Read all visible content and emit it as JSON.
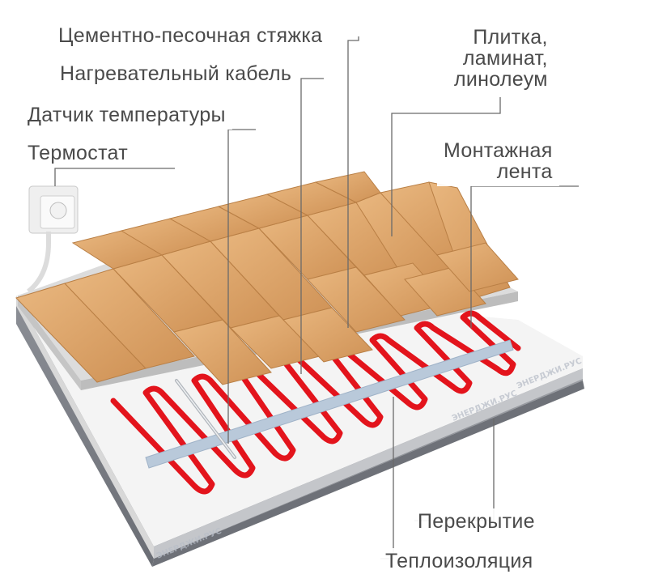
{
  "labels": {
    "screed": "Цементно-песочная стяжка",
    "cable": "Нагревательный кабель",
    "sensor": "Датчик температуры",
    "thermostat": "Термостат",
    "covering": "Плитка,\nламинат,\nлинолеум",
    "tape": "Монтажная\nлента",
    "slab": "Перекрытие",
    "insulation": "Теплоизоляция"
  },
  "watermark": "ЭНЕРДЖИ.РУС",
  "colors": {
    "text": "#4a4a4a",
    "leader": "#6a6a6a",
    "cable": "#e3141c",
    "tape": "#b9c9da",
    "wood": "#d9a064",
    "screed": "#dedede",
    "insulation": "#f6f6f6",
    "slab": "#7d8087"
  }
}
